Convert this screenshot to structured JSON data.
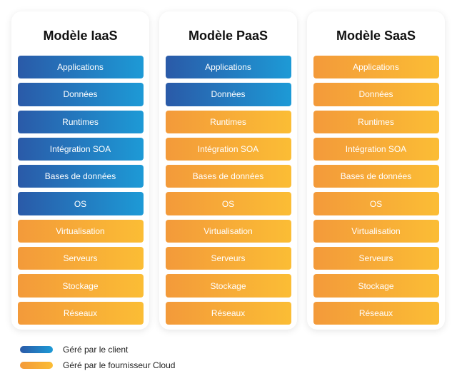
{
  "colors": {
    "client": "#2a5aa8",
    "client_end": "#1d9ad6",
    "provider": "#f39a3a",
    "provider_end": "#fbbd35"
  },
  "models": [
    {
      "title": "Modèle IaaS",
      "layers": [
        {
          "label": "Applications",
          "managed_by": "client"
        },
        {
          "label": "Données",
          "managed_by": "client"
        },
        {
          "label": "Runtimes",
          "managed_by": "client"
        },
        {
          "label": "Intégration SOA",
          "managed_by": "client"
        },
        {
          "label": "Bases de données",
          "managed_by": "client"
        },
        {
          "label": "OS",
          "managed_by": "client"
        },
        {
          "label": "Virtualisation",
          "managed_by": "provider"
        },
        {
          "label": "Serveurs",
          "managed_by": "provider"
        },
        {
          "label": "Stockage",
          "managed_by": "provider"
        },
        {
          "label": "Réseaux",
          "managed_by": "provider"
        }
      ]
    },
    {
      "title": "Modèle PaaS",
      "layers": [
        {
          "label": "Applications",
          "managed_by": "client"
        },
        {
          "label": "Données",
          "managed_by": "client"
        },
        {
          "label": "Runtimes",
          "managed_by": "provider"
        },
        {
          "label": "Intégration SOA",
          "managed_by": "provider"
        },
        {
          "label": "Bases de données",
          "managed_by": "provider"
        },
        {
          "label": "OS",
          "managed_by": "provider"
        },
        {
          "label": "Virtualisation",
          "managed_by": "provider"
        },
        {
          "label": "Serveurs",
          "managed_by": "provider"
        },
        {
          "label": "Stockage",
          "managed_by": "provider"
        },
        {
          "label": "Réseaux",
          "managed_by": "provider"
        }
      ]
    },
    {
      "title": "Modèle SaaS",
      "layers": [
        {
          "label": "Applications",
          "managed_by": "provider"
        },
        {
          "label": "Données",
          "managed_by": "provider"
        },
        {
          "label": "Runtimes",
          "managed_by": "provider"
        },
        {
          "label": "Intégration SOA",
          "managed_by": "provider"
        },
        {
          "label": "Bases de données",
          "managed_by": "provider"
        },
        {
          "label": "OS",
          "managed_by": "provider"
        },
        {
          "label": "Virtualisation",
          "managed_by": "provider"
        },
        {
          "label": "Serveurs",
          "managed_by": "provider"
        },
        {
          "label": "Stockage",
          "managed_by": "provider"
        },
        {
          "label": "Réseaux",
          "managed_by": "provider"
        }
      ]
    }
  ],
  "legend": {
    "client_label": "Géré par le client",
    "provider_label": "Géré par le fournisseur Cloud"
  }
}
